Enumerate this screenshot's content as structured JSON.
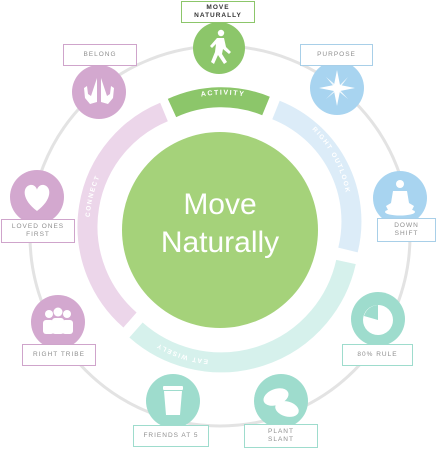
{
  "center": {
    "title": "Move\nNaturally"
  },
  "arcs": {
    "activity": "ACTIVITY",
    "right_outlook": "RIGHT OUTLOOK",
    "eat_wisely": "EAT WISELY",
    "connect": "CONNECT"
  },
  "nodes": [
    {
      "id": "move-naturally",
      "label": "MOVE\nNATURALLY",
      "icon": "walking-person-icon",
      "color": "#8cc66a"
    },
    {
      "id": "purpose",
      "label": "PURPOSE",
      "icon": "compass-star-icon",
      "color": "#a8d4f0"
    },
    {
      "id": "down-shift",
      "label": "DOWN\nSHIFT",
      "icon": "meditation-icon",
      "color": "#a8d4f0"
    },
    {
      "id": "80-rule",
      "label": "80% RULE",
      "icon": "pie-80-icon",
      "color": "#9edccd"
    },
    {
      "id": "plant-slant",
      "label": "PLANT\nSLANT",
      "icon": "beans-icon",
      "color": "#9edccd"
    },
    {
      "id": "friends-at-5",
      "label": "FRIENDS AT 5",
      "icon": "cup-icon",
      "color": "#9edccd"
    },
    {
      "id": "right-tribe",
      "label": "RIGHT TRIBE",
      "icon": "group-icon",
      "color": "#d3a8cf"
    },
    {
      "id": "loved-ones-first",
      "label": "LOVED ONES\nFIRST",
      "icon": "heart-icon",
      "color": "#d3a8cf"
    },
    {
      "id": "belong",
      "label": "BELONG",
      "icon": "praying-hands-icon",
      "color": "#d3a8cf"
    }
  ],
  "colors": {
    "green": "#8cc66a",
    "light_blue": "#dcecf8",
    "light_teal": "#d6f1ec",
    "light_purple": "#ecd6ea",
    "outer_ring": "#e3e3e3"
  }
}
